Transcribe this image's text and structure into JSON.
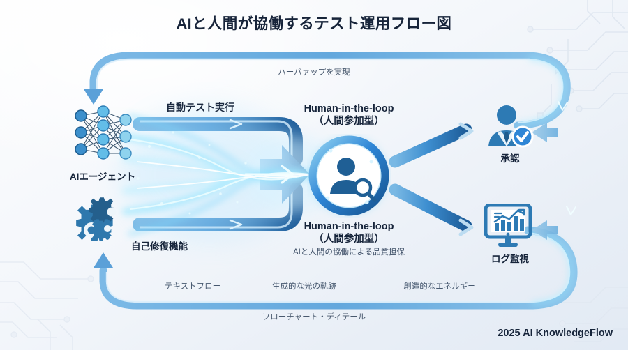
{
  "page": {
    "title": "AIと人間が協働するテスト運用フロー図",
    "footer": "2025 AI KnowledgeFlow",
    "background_start": "#fdfdfe",
    "background_end": "#e2eaf4",
    "accent": "#2f86d6",
    "accent_dark": "#1c5f9e",
    "glow": "#7fe4ff"
  },
  "nodes": {
    "ai_agent": {
      "label": "AIエージェント",
      "icon": "neural-network-icon"
    },
    "self_heal": {
      "label": "自己修復機能",
      "icon": "gears-icon"
    },
    "human_in_the_loop": {
      "title_line1": "Human-in-the-loop",
      "title_line2": "（人間参加型）",
      "icon": "person-search-icon"
    },
    "human_in_the_loop_bottom": {
      "title_line1": "Human-in-the-loop",
      "title_line2": "（人間参加型）",
      "subtitle": "AIと人間の協働による品質担保"
    },
    "approval": {
      "label": "承認",
      "icon": "person-check-icon"
    },
    "log_monitor": {
      "label": "ログ監視",
      "icon": "monitor-chart-icon"
    }
  },
  "flows": {
    "auto_test": "自動テスト実行",
    "feedback_top": "ハーバァップを実現",
    "flowchart_detail": "フローチャート・ディテール"
  },
  "captions": [
    "テキストフロー",
    "生成的な光の軌跡",
    "創造的なエネルギー"
  ]
}
